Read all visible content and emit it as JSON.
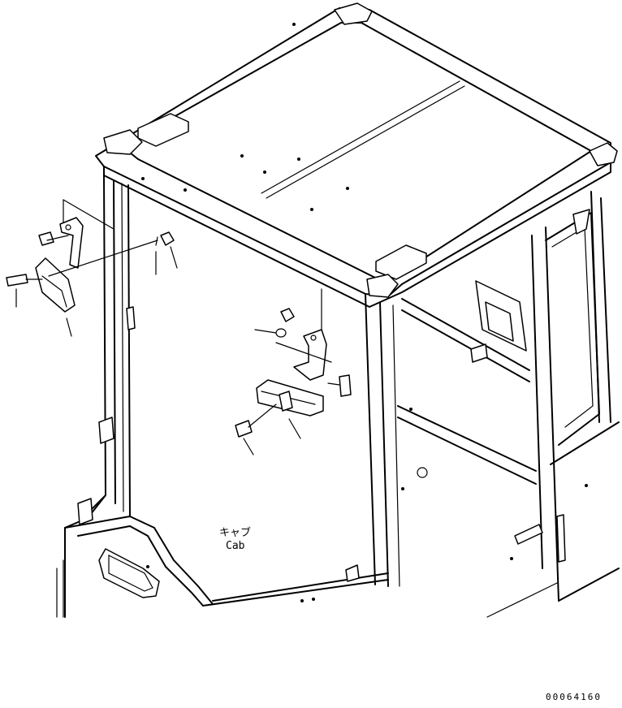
{
  "diagram": {
    "label_jp": "キャブ",
    "label_en": "Cab",
    "drawing_number": "00064160"
  }
}
